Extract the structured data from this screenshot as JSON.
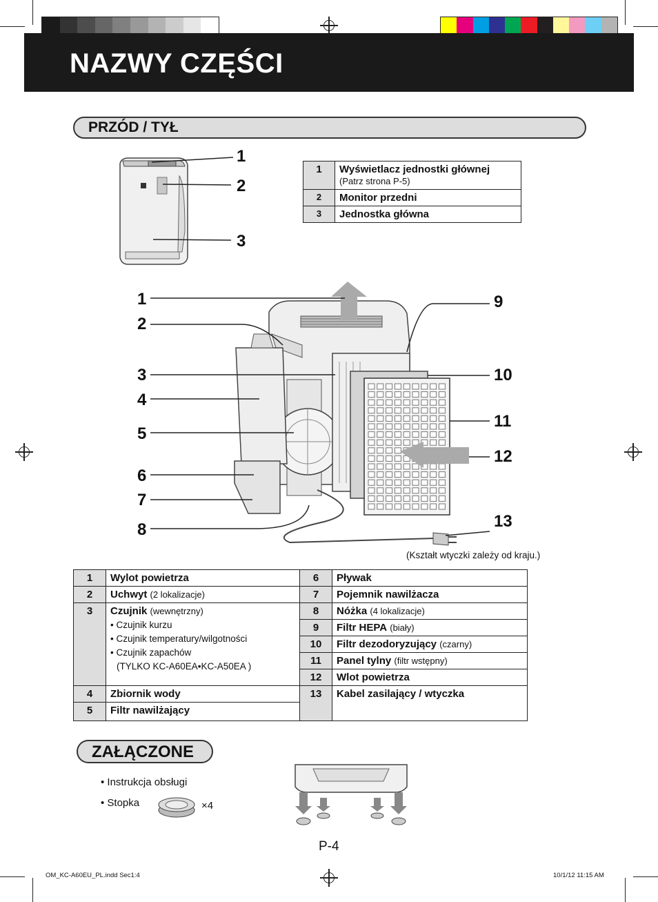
{
  "page_title": "NAZWY CZĘŚCI",
  "section_front_back": "PRZÓD / TYŁ",
  "table_top": [
    {
      "num": "1",
      "label": "Wyświetlacz jednostki głównej",
      "note": "(Patrz strona P-5)"
    },
    {
      "num": "2",
      "label": "Monitor przedni",
      "note": ""
    },
    {
      "num": "3",
      "label": "Jednostka główna",
      "note": ""
    }
  ],
  "diagram_labels": {
    "top": [
      "1",
      "2",
      "3"
    ],
    "main": [
      "1",
      "2",
      "3",
      "4",
      "5",
      "6",
      "7",
      "8",
      "9",
      "10",
      "11",
      "12",
      "13"
    ]
  },
  "plug_note": "(Kształt wtyczki zależy od kraju.)",
  "parts_left": [
    {
      "num": "1",
      "label": "Wylot powietrza",
      "note": ""
    },
    {
      "num": "2",
      "label": "Uchwyt",
      "note": "(2 lokalizacje)"
    },
    {
      "num": "3",
      "label": "Czujnik",
      "note": "(wewnętrzny)",
      "sub": [
        "• Czujnik kurzu",
        "• Czujnik temperatury/wilgotności",
        "• Czujnik zapachów",
        "(TYLKO KC-A60EA•KC-A50EA )"
      ]
    },
    {
      "num": "4",
      "label": "Zbiornik wody",
      "note": ""
    },
    {
      "num": "5",
      "label": "Filtr nawilżający",
      "note": ""
    }
  ],
  "parts_right": [
    {
      "num": "6",
      "label": "Pływak",
      "note": ""
    },
    {
      "num": "7",
      "label": "Pojemnik nawilżacza",
      "note": ""
    },
    {
      "num": "8",
      "label": "Nóżka",
      "note": "(4 lokalizacje)"
    },
    {
      "num": "9",
      "label": "Filtr HEPA",
      "note": "(biały)"
    },
    {
      "num": "10",
      "label": "Filtr dezodoryzujący",
      "note": "(czarny)"
    },
    {
      "num": "11",
      "label": "Panel tylny",
      "note": "(filtr wstępny)"
    },
    {
      "num": "12",
      "label": "Wlot powietrza",
      "note": ""
    },
    {
      "num": "13",
      "label": "Kabel zasilający / wtyczka",
      "note": ""
    }
  ],
  "section_included": "ZAŁĄCZONE",
  "included": {
    "manual": "• Instrukcja obsługi",
    "foot": "• Stopka",
    "qty": "×4"
  },
  "page_number": "P-4",
  "footer_left": "OM_KC-A60EU_PL.indd   Sec1:4",
  "footer_right": "10/1/12   11:15 AM",
  "colors": {
    "gray_bar": [
      "#1a1a1a",
      "#333333",
      "#4d4d4d",
      "#666666",
      "#808080",
      "#999999",
      "#b3b3b3",
      "#cccccc",
      "#e6e6e6",
      "#ffffff"
    ],
    "color_bar": [
      "#ffff00",
      "#e6007e",
      "#009fe3",
      "#2e3192",
      "#00a651",
      "#ed1c24",
      "#231f20",
      "#fff799",
      "#f49ac1",
      "#6dcff6",
      "#b3b3b3"
    ]
  }
}
